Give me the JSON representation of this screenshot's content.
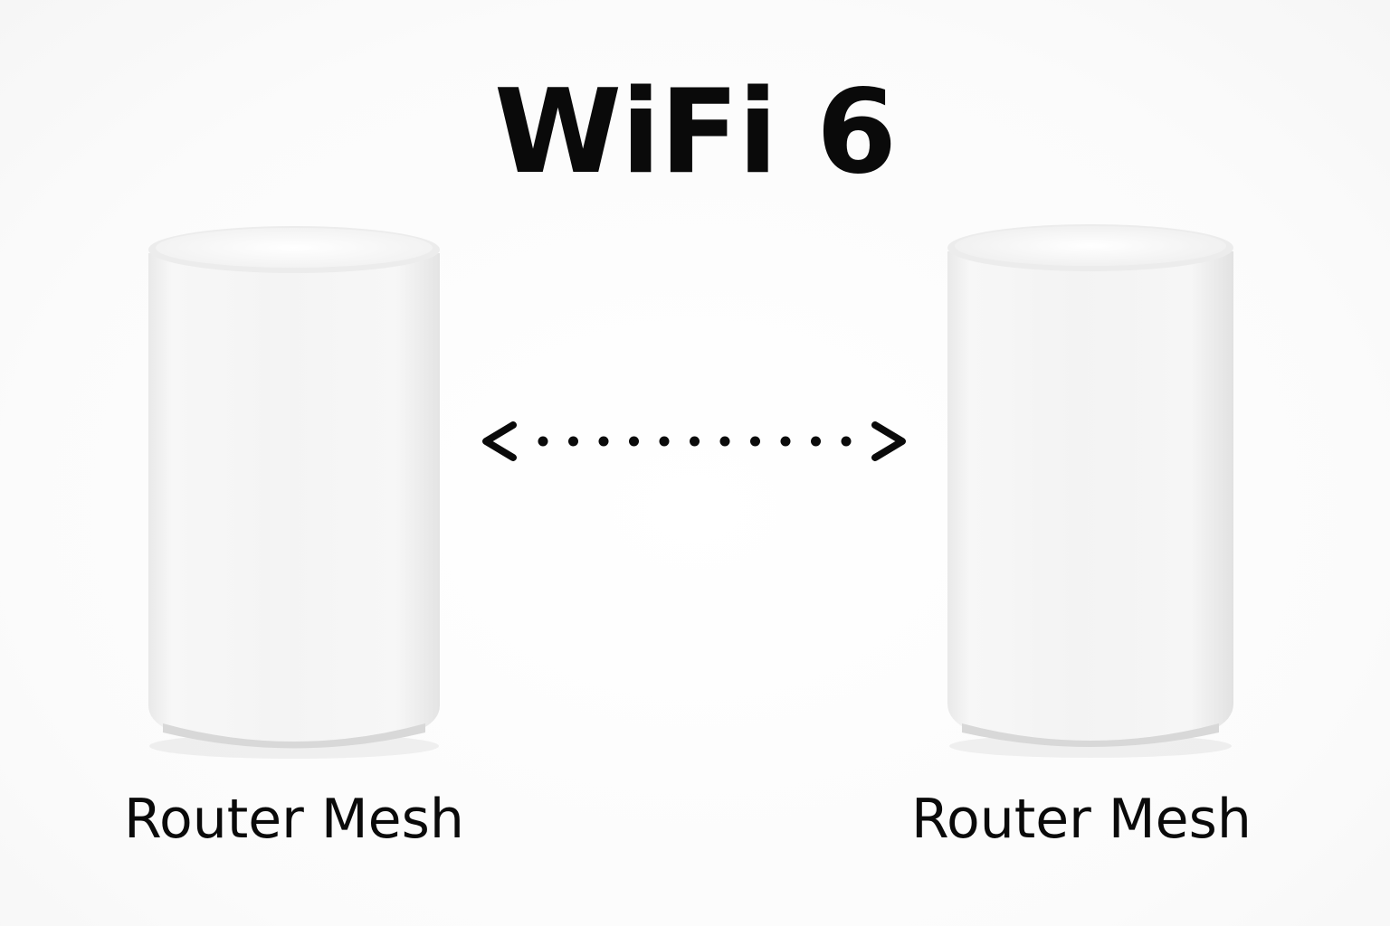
{
  "title": "WiFi 6",
  "devices": [
    {
      "label": "Router Mesh",
      "icon": "mesh-router-unit"
    },
    {
      "label": "Router Mesh",
      "icon": "mesh-router-unit"
    }
  ],
  "connection": {
    "icon": "dotted-double-arrow",
    "dot_count": 11
  },
  "colors": {
    "text": "#0a0a0a",
    "device_body": "#f4f4f4",
    "device_base": "#dcdcdc"
  }
}
